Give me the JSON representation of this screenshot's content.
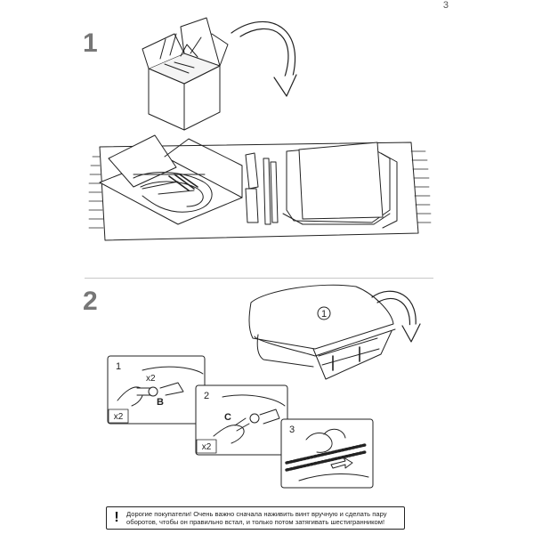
{
  "page": {
    "number": "3"
  },
  "steps": [
    {
      "number": "1"
    },
    {
      "number": "2"
    }
  ],
  "step2": {
    "part_marker": "1",
    "substeps": [
      {
        "number": "1",
        "qty": "x2",
        "small_qty": "x2",
        "part_letter": "B"
      },
      {
        "number": "2",
        "qty": "x2",
        "part_letter": "C"
      },
      {
        "number": "3"
      }
    ]
  },
  "notice": {
    "icon": "exclamation-icon",
    "text": "Дорогие покупатели! Очень важно сначала наживить винт вручную и сделать пару оборотов, чтобы он правильно встал, и только потом затягивать шестигранником!"
  }
}
